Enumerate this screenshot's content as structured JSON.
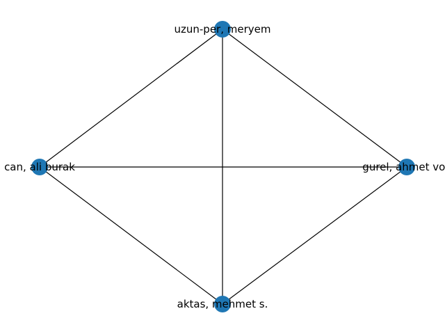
{
  "graph": {
    "node_color": "#1f77b4",
    "edge_color": "#000000",
    "nodes": [
      {
        "id": "n-top",
        "label": "uzun-per, meryem"
      },
      {
        "id": "n-left",
        "label": "can, ali burak"
      },
      {
        "id": "n-right",
        "label": "gurel, ahmet voll"
      },
      {
        "id": "n-bottom",
        "label": "aktas, mehmet s."
      }
    ],
    "edges": [
      [
        "n-top",
        "n-left"
      ],
      [
        "n-top",
        "n-right"
      ],
      [
        "n-top",
        "n-bottom"
      ],
      [
        "n-left",
        "n-right"
      ],
      [
        "n-left",
        "n-bottom"
      ],
      [
        "n-right",
        "n-bottom"
      ]
    ]
  }
}
